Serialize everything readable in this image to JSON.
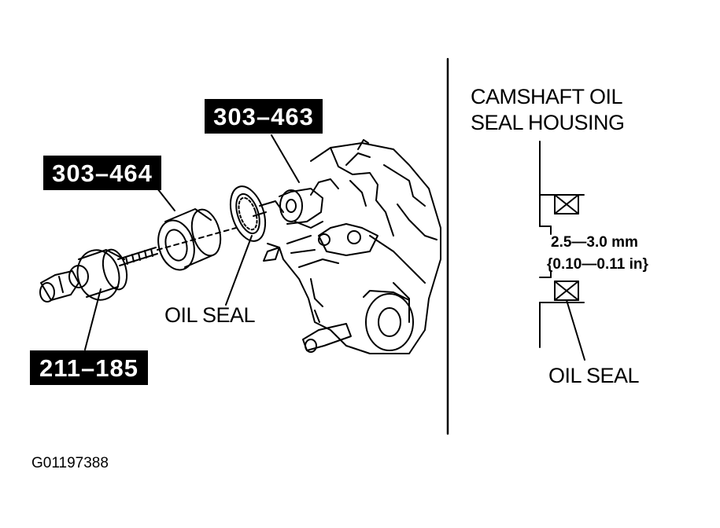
{
  "tool_tags": {
    "tool_303_463": "303–463",
    "tool_303_464": "303–464",
    "tool_211_185": "211–185"
  },
  "labels": {
    "oil_seal_left": "OIL SEAL",
    "housing_line1": "CAMSHAFT OIL",
    "housing_line2": "SEAL HOUSING",
    "oil_seal_right": "OIL SEAL"
  },
  "dimension": {
    "metric": "2.5—3.0 mm",
    "imperial": "{0.10—0.11 in}"
  },
  "figure_id": "G01197388"
}
